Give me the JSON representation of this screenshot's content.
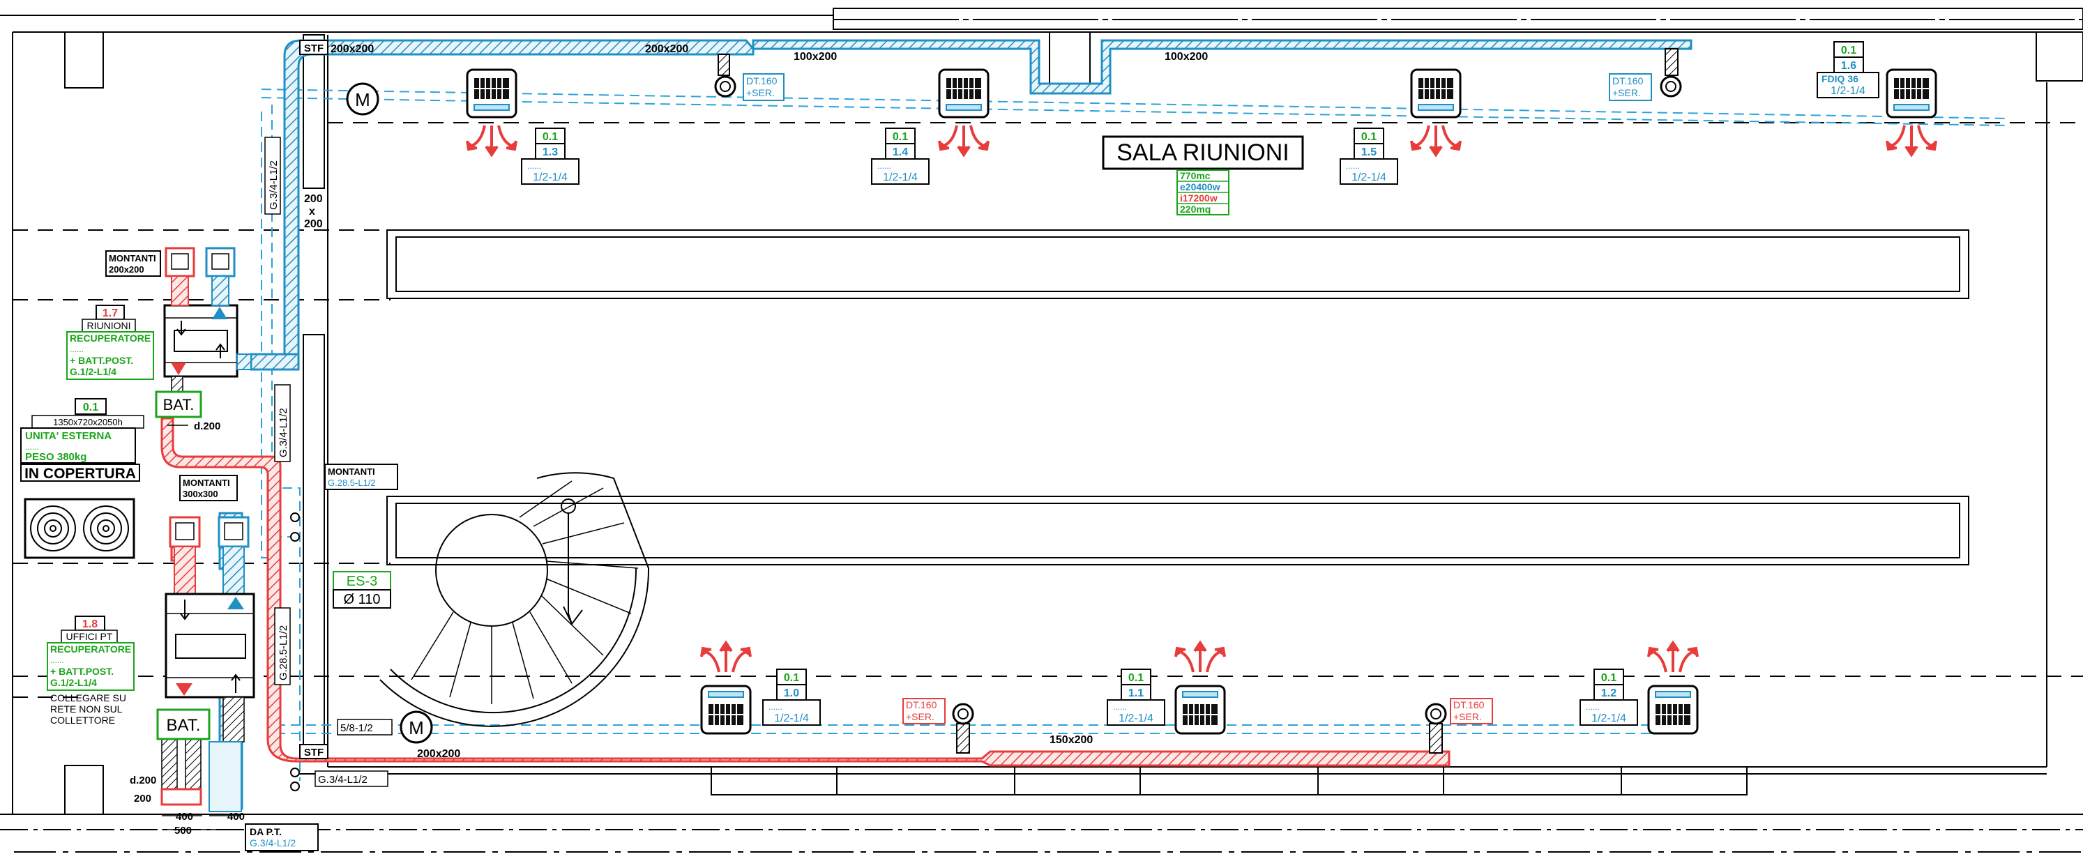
{
  "colors": {
    "supply_duct": "#1f8fc4",
    "return_duct": "#e83b3b",
    "green_label": "#1aa51a",
    "line": "#000000",
    "dash_line": "#2ca3d8"
  },
  "room": {
    "title": "SALA RIUNIONI",
    "info": [
      "770mc",
      "e20400w",
      "i17200w",
      "220mq"
    ]
  },
  "duct_sizes": {
    "top_a": "200x200",
    "top_b": "200x200",
    "top_c": "100x200",
    "top_d": "100x200",
    "vertical": "200",
    "vertical_x": "x",
    "vertical_b": "200",
    "bottom_a": "200x200",
    "bottom_b": "150x200"
  },
  "stf_labels": [
    "STF",
    "STF"
  ],
  "pipe_labels": {
    "top_vertical": "G.3/4-L1/2",
    "mid_vertical": "G.3/4-L1/2",
    "low_vertical": "G.28.5-L1/2",
    "bottom_h": "5/8-1/2",
    "bottom_h2": "G.3/4-L1/2"
  },
  "diffusers": {
    "top_left": "DT.160",
    "top_left_b": "+SER.",
    "top_right": "DT.160",
    "top_right_b": "+SER.",
    "bot_left": "DT.160",
    "bot_left_b": "+SER.",
    "bot_right": "DT.160",
    "bot_right_b": "+SER."
  },
  "fancoils": [
    {
      "a": "0.1",
      "b": "1.3",
      "c": "......",
      "d": "1/2-1/4"
    },
    {
      "a": "0.1",
      "b": "1.4",
      "c": "......",
      "d": "1/2-1/4"
    },
    {
      "a": "0.1",
      "b": "1.5",
      "c": "......",
      "d": "1/2-1/4"
    },
    {
      "a": "0.1",
      "b": "1.6",
      "c": "FDIQ 36",
      "d": "1/2-1/4"
    },
    {
      "a": "0.1",
      "b": "1.0",
      "c": "......",
      "d": "1/2-1/4"
    },
    {
      "a": "0.1",
      "b": "1.1",
      "c": "......",
      "d": "1/2-1/4"
    },
    {
      "a": "0.1",
      "b": "1.2",
      "c": "......",
      "d": "1/2-1/4"
    }
  ],
  "motor_symbol": "M",
  "montanti": {
    "top": "MONTANTI",
    "top_size": "200x200",
    "mid": "MONTANTI",
    "mid_size": "300x300",
    "right": "MONTANTI",
    "right_size": "G.28.5-L1/2"
  },
  "recuperatore_top": {
    "num": "1.7",
    "room": "RIUNIONI",
    "line1": "RECUPERATORE",
    "line2": "......",
    "line3": "+ BATT.POST.",
    "line4": "G.1/2-L1/4"
  },
  "recuperatore_bottom": {
    "num": "1.8",
    "room": "UFFICI PT",
    "line1": "RECUPERATORE",
    "line2": "......",
    "line3": "+ BATT.POST.",
    "line4": "G.1/2-L1/4",
    "note1": "COLLEGARE SU",
    "note2": "RETE NON SUL",
    "note3": "COLLETTORE"
  },
  "bat_label": "BAT.",
  "bat_label_2": "BAT.",
  "d200_label": "d.200",
  "d200_label_b": "d.200",
  "bottom_dims": {
    "a": "200",
    "b": "400",
    "c": "400",
    "d": "500"
  },
  "unita_esterna": {
    "num": "0.1",
    "size": "1350x720x2050h",
    "title": "UNITA' ESTERNA",
    "dots": "......",
    "weight": "PESO 380kg",
    "roof": "IN COPERTURA"
  },
  "es3": {
    "label": "ES-3",
    "diam": "Ø 110"
  },
  "da_pt": {
    "line1": "DA P.T.",
    "line2": "G.3/4-L1/2"
  }
}
